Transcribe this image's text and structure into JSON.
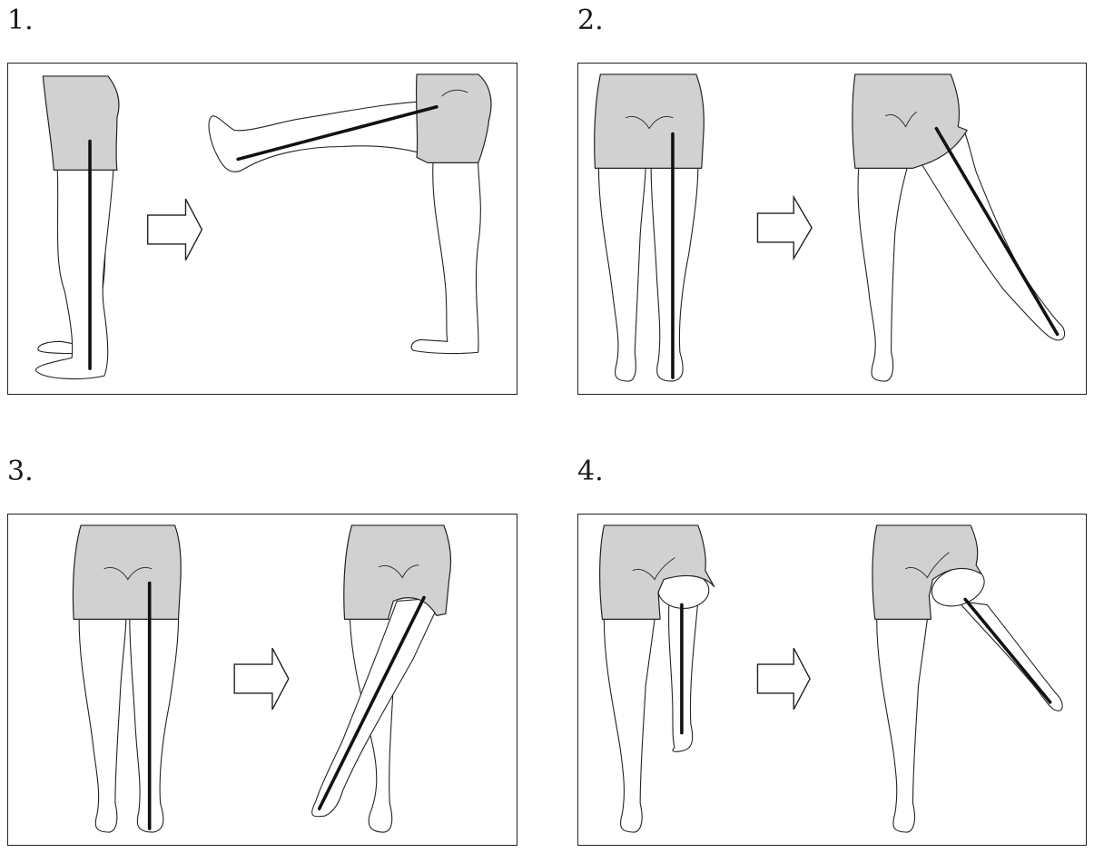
{
  "steps": [
    {
      "number": "1."
    },
    {
      "number": "2."
    },
    {
      "number": "3."
    },
    {
      "number": "4."
    }
  ],
  "colors": {
    "shorts": "#d1d1d1",
    "outline": "#222222",
    "axis_line": "#111111",
    "background": "#ffffff"
  },
  "icons": {
    "transition": "right-arrow-icon"
  }
}
